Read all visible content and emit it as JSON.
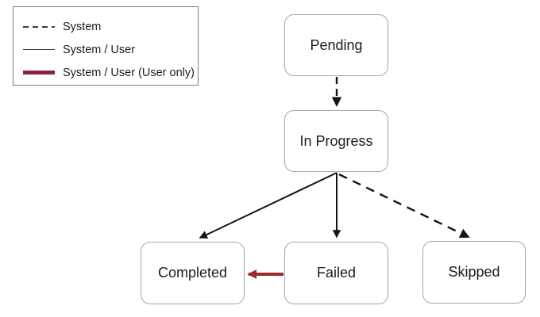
{
  "diagram": {
    "title": "status-state-diagram",
    "legend": {
      "items": [
        {
          "label": "System",
          "style": "dashed"
        },
        {
          "label": "System / User",
          "style": "solid"
        },
        {
          "label": "System / User (User only)",
          "style": "thick"
        }
      ]
    },
    "nodes": {
      "pending": {
        "label": "Pending"
      },
      "in_progress": {
        "label": "In Progress"
      },
      "completed": {
        "label": "Completed"
      },
      "failed": {
        "label": "Failed"
      },
      "skipped": {
        "label": "Skipped"
      }
    },
    "edges": [
      {
        "from": "Pending",
        "to": "In Progress",
        "type": "System",
        "style": "dashed"
      },
      {
        "from": "In Progress",
        "to": "Completed",
        "type": "System / User",
        "style": "solid"
      },
      {
        "from": "In Progress",
        "to": "Failed",
        "type": "System / User",
        "style": "solid"
      },
      {
        "from": "In Progress",
        "to": "Skipped",
        "type": "System",
        "style": "dashed"
      },
      {
        "from": "Failed",
        "to": "Completed",
        "type": "User only",
        "style": "thick"
      }
    ]
  },
  "colors": {
    "edge_system": "#141414",
    "edge_user_only": "#9B2A2F",
    "legend_user_only_swatch": "#8B1E4B",
    "node_border": "#a6a6a6",
    "legend_border": "#7a7a7a",
    "text": "#1c1c1c",
    "bg": "#ffffff"
  }
}
